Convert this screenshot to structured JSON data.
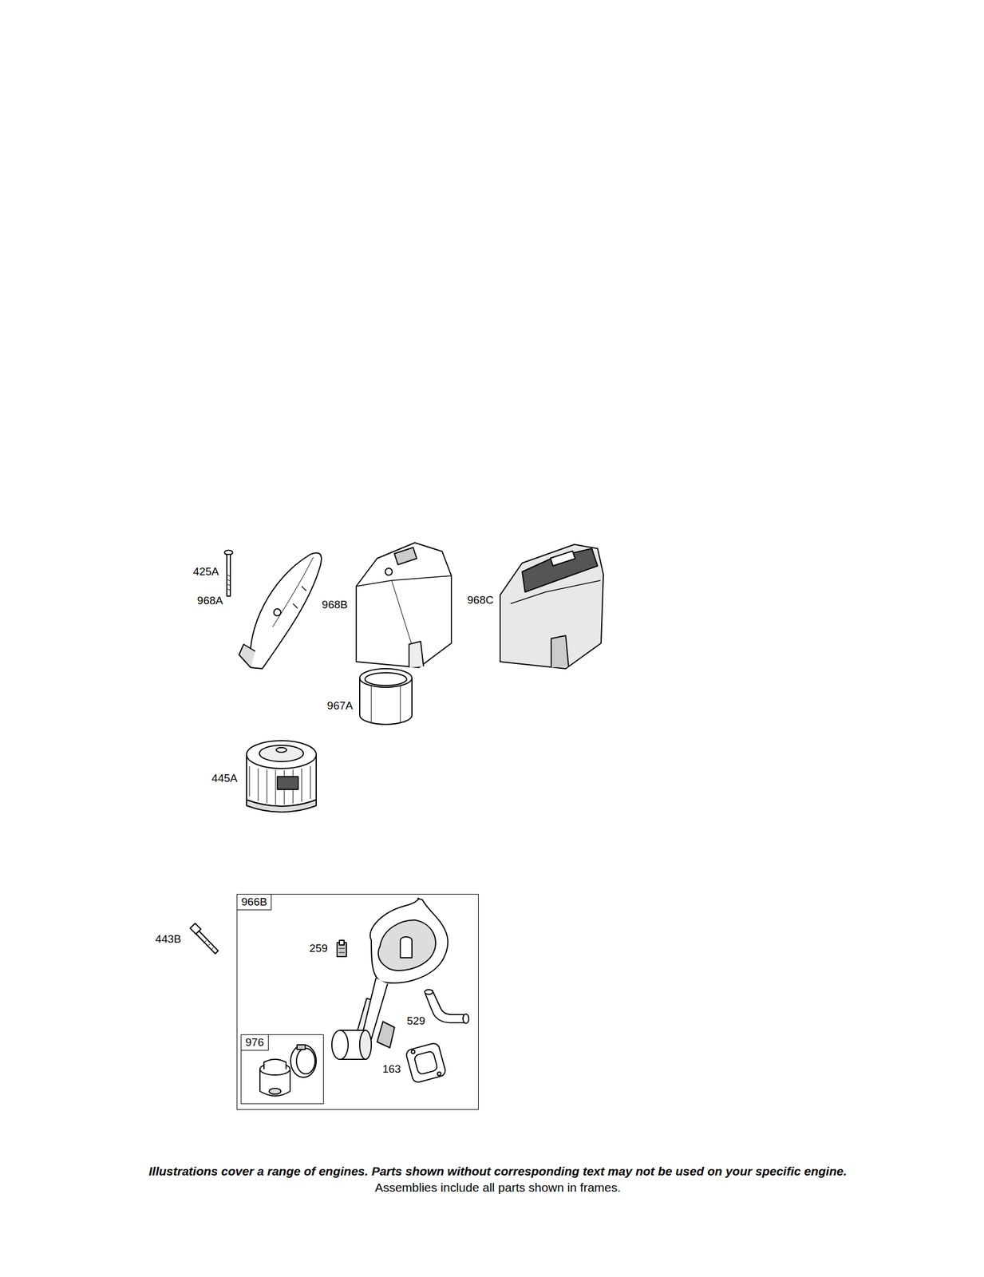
{
  "diagram": {
    "nodes": [
      {
        "text": [
          "966B"
        ]
      },
      {
        "text": [
          "976"
        ],
        "in": 0
      }
    ],
    "labels": [
      "425A",
      "968A",
      "968B",
      "968C",
      "967A",
      "445A",
      "443B",
      "259",
      "529",
      "163",
      "Illustrations cover a range of engines. Parts shown without corresponding text may not be used on your specific engine.",
      "Assemblies include all parts shown in frames."
    ]
  }
}
